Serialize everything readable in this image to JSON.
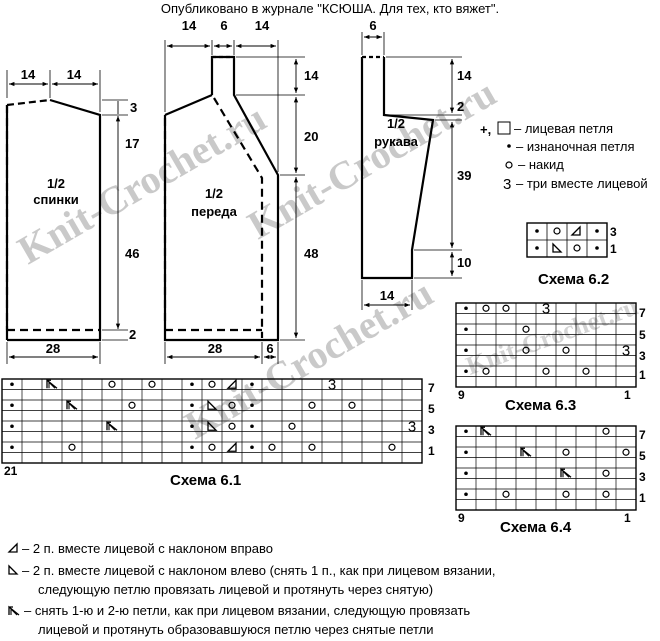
{
  "header": {
    "published": "Опубликовано в журнале \"КСЮША. Для тех, кто вяжет\"."
  },
  "watermark": "Knit-Crochet.ru",
  "back": {
    "label_line1": "1/2",
    "label_line2": "спинки",
    "dim_top_left": "14",
    "dim_top_right": "14",
    "dim_shoulder": "3",
    "dim_upper": "17",
    "dim_body": "46",
    "dim_hem": "2",
    "dim_width": "28"
  },
  "front": {
    "label_line1": "1/2",
    "label_line2": "переда",
    "dim_top_left": "14",
    "dim_top_mid": "6",
    "dim_top_right": "14",
    "dim_collar": "14",
    "dim_yoke": "20",
    "dim_body": "48",
    "dim_width": "28",
    "dim_band": "6"
  },
  "sleeve": {
    "label_line1": "1/2",
    "label_line2": "рукава",
    "dim_top": "6",
    "dim_collar": "14",
    "dim_step": "2",
    "dim_length": "39",
    "dim_cuff": "10",
    "dim_width": "14"
  },
  "legend": {
    "knit_symbols": "+,",
    "knit": "– лицевая петля",
    "purl": "– изнаночная петля",
    "yo": "– накид",
    "k3tog_symbol": "3",
    "k3tog": "– три вместе лицевой"
  },
  "schemes": {
    "s61": {
      "title": "Схема 6.1",
      "left_num": "21",
      "rows": [
        "7",
        "5",
        "3",
        "1"
      ]
    },
    "s62": {
      "title": "Схема 6.2",
      "rows": [
        "3",
        "1"
      ]
    },
    "s63": {
      "title": "Схема 6.3",
      "left_num": "9",
      "right_num": "1",
      "rows": [
        "7",
        "5",
        "3",
        "1"
      ]
    },
    "s64": {
      "title": "Схема 6.4",
      "left_num": "9",
      "right_num": "1",
      "rows": [
        "7",
        "5",
        "3",
        "1"
      ]
    },
    "cell_3": "3"
  },
  "notes": {
    "k2tog_right": "– 2 п. вместе лицевой с наклоном вправо",
    "k2tog_left_1": "– 2 п. вместе лицевой с наклоном влево (снять 1 п., как при лицевом вязании,",
    "k2tog_left_2": "следующую петлю провязать лицевой и протянуть через снятую)",
    "sk2p_1": "– снять 1-ю и 2-ю петли, как при лицевом вязании, следующую провязать",
    "sk2p_2": "лицевой и протянуть образовавшуюся петлю через снятые петли"
  },
  "colors": {
    "line": "#000000",
    "grid": "#000000",
    "watermark": "#c4c4c4"
  }
}
